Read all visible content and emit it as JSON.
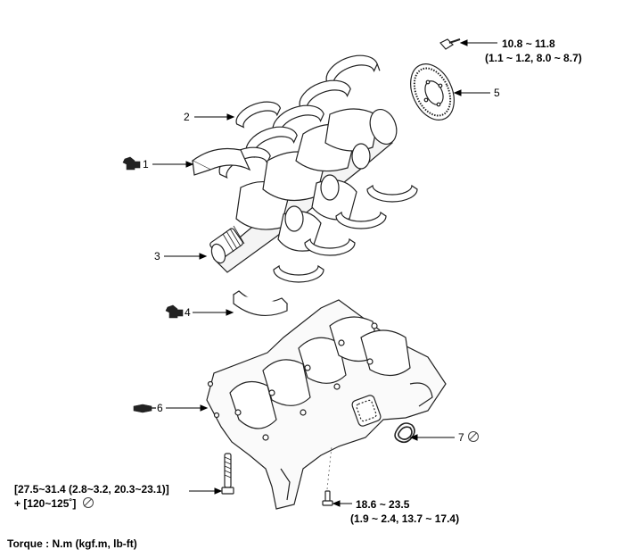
{
  "callouts": {
    "c1": "1",
    "c2": "2",
    "c3": "3",
    "c4": "4",
    "c5": "5",
    "c6": "6",
    "c7": "7"
  },
  "torque": {
    "bolt_top_line1": "10.8 ~ 11.8",
    "bolt_top_line2": "(1.1 ~ 1.2, 8.0 ~ 8.7)",
    "main_bolt_line1": "[27.5~31.4 (2.8~3.2, 20.3~23.1)]",
    "main_bolt_line2": "+ [120~125˚]",
    "ladder_bolt_line1": "18.6 ~ 23.5",
    "ladder_bolt_line2": "(1.9 ~ 2.4, 13.7 ~ 17.4)"
  },
  "footer": {
    "units": "Torque : N.m (kgf.m, lb-ft)"
  },
  "icons": {
    "grease": "grease-can-icon",
    "no_reuse": "do-not-reuse-icon",
    "sealant": "sealant-tube-icon"
  }
}
